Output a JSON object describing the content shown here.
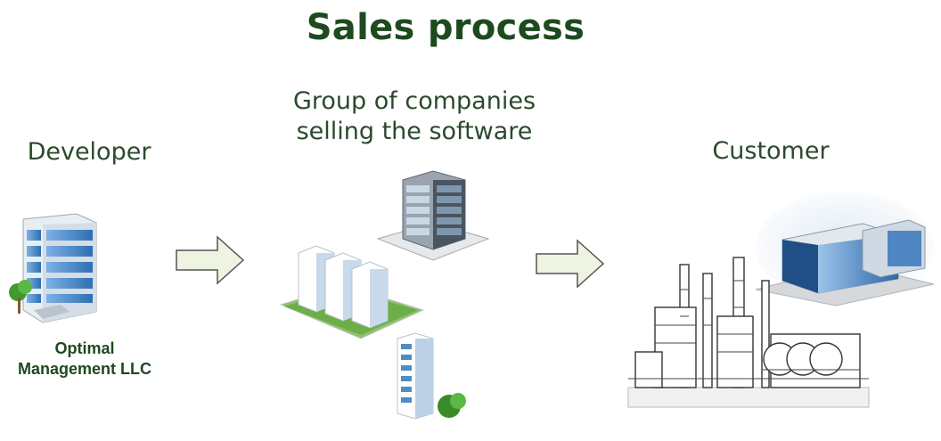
{
  "title": "Sales process",
  "stages": {
    "developer": {
      "label": "Developer",
      "name_line1": "Optimal",
      "name_line2": "Management LLC"
    },
    "group": {
      "label_line1": "Group of companies",
      "label_line2": "selling the software"
    },
    "customer": {
      "label": "Customer"
    }
  },
  "colors": {
    "title": "#1d4a1f",
    "arrow_fill": "#eef3e2",
    "arrow_stroke": "#555555",
    "glass": "#4a86c8"
  },
  "icons": [
    "developer-office-building-icon",
    "arrow-right-icon",
    "company-buildings-icon",
    "skyscraper-icon",
    "office-tower-icon",
    "factory-icon",
    "customer-office-complex-icon"
  ]
}
